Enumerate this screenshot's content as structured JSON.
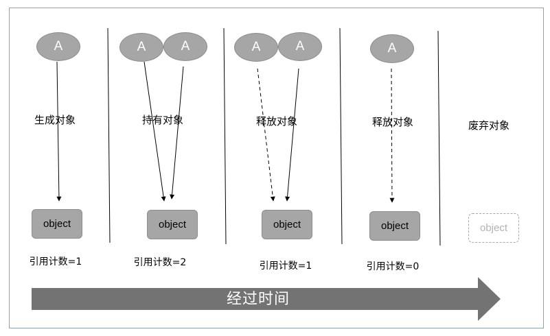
{
  "stages": [
    {
      "label": "生成对象",
      "count": "引用计数=1",
      "object": "object",
      "refs": [
        {
          "name": "A",
          "link": "solid"
        }
      ]
    },
    {
      "label": "持有对象",
      "count": "引用计数=2",
      "object": "object",
      "refs": [
        {
          "name": "A",
          "link": "solid"
        },
        {
          "name": "A",
          "link": "solid"
        }
      ]
    },
    {
      "label": "释放对象",
      "count": "引用计数=1",
      "object": "object",
      "refs": [
        {
          "name": "A",
          "link": "dashed"
        },
        {
          "name": "A",
          "link": "solid"
        }
      ]
    },
    {
      "label": "释放对象",
      "count": "引用计数=0",
      "object": "object",
      "refs": [
        {
          "name": "A",
          "link": "dashed"
        }
      ]
    },
    {
      "label": "废弃对象",
      "count": "",
      "object": "object",
      "object_state": "discarded",
      "refs": []
    }
  ],
  "timeline": {
    "label": "经过时间"
  },
  "colors": {
    "node_fill": "#a6a6a6",
    "node_border": "#8c8c8c",
    "timeline_arrow": "#737373",
    "frame_border": "#8aa2b3"
  }
}
